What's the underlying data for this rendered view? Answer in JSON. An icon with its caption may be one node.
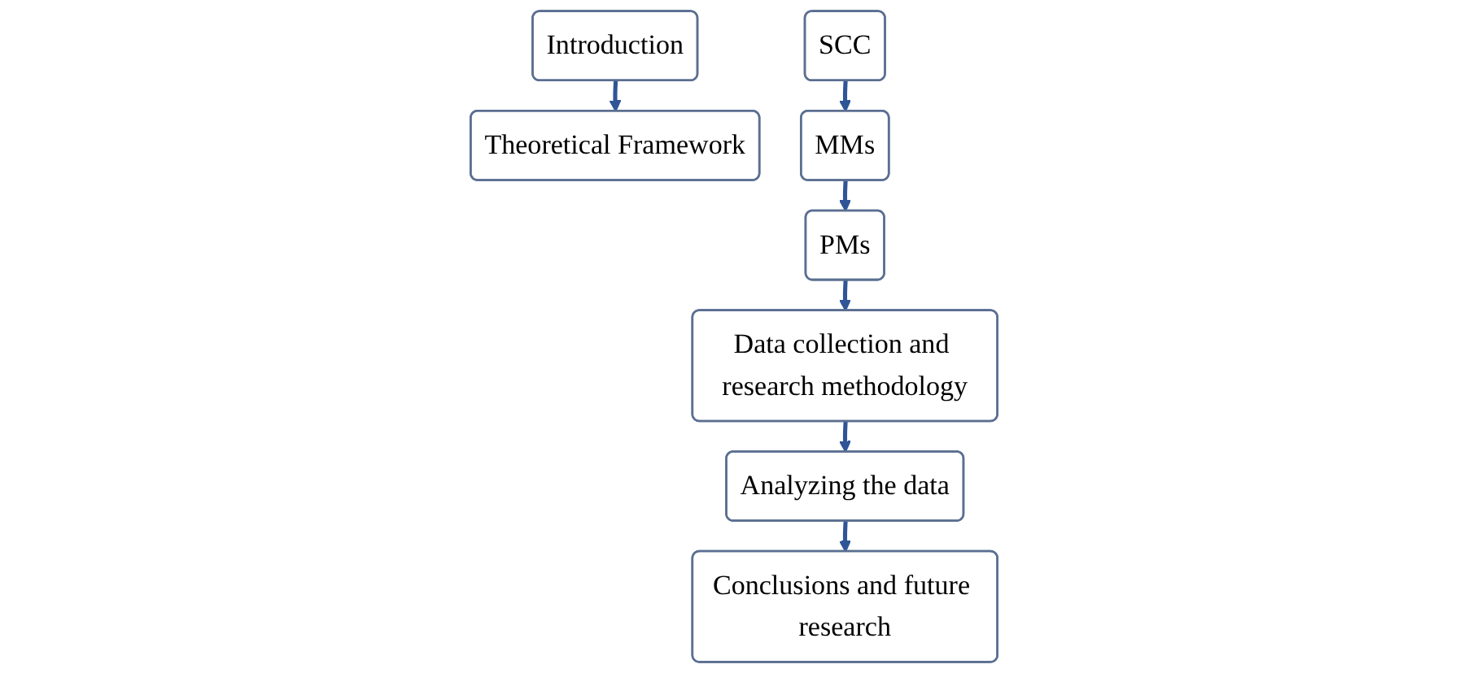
{
  "diagram": {
    "nodes": [
      {
        "text": [
          "Introduction"
        ]
      },
      {
        "text": [
          "Theoretical Framework"
        ]
      },
      {
        "text": [
          "SCC"
        ]
      },
      {
        "text": [
          "MMs"
        ]
      },
      {
        "text": [
          "PMs"
        ]
      },
      {
        "text": [
          "Data collection and research methodology"
        ]
      },
      {
        "text": [
          "Analyzing the data"
        ]
      },
      {
        "text": [
          "Conclusions and future research"
        ]
      }
    ],
    "edges": [
      {
        "from": 0,
        "to": 1,
        "arrow": "to"
      },
      {
        "from": 2,
        "to": 3,
        "arrow": "to"
      },
      {
        "from": 3,
        "to": 4,
        "arrow": "to"
      },
      {
        "from": 4,
        "to": 5,
        "arrow": "to"
      },
      {
        "from": 5,
        "to": 6,
        "arrow": "to"
      },
      {
        "from": 6,
        "to": 7,
        "arrow": "to"
      }
    ]
  }
}
